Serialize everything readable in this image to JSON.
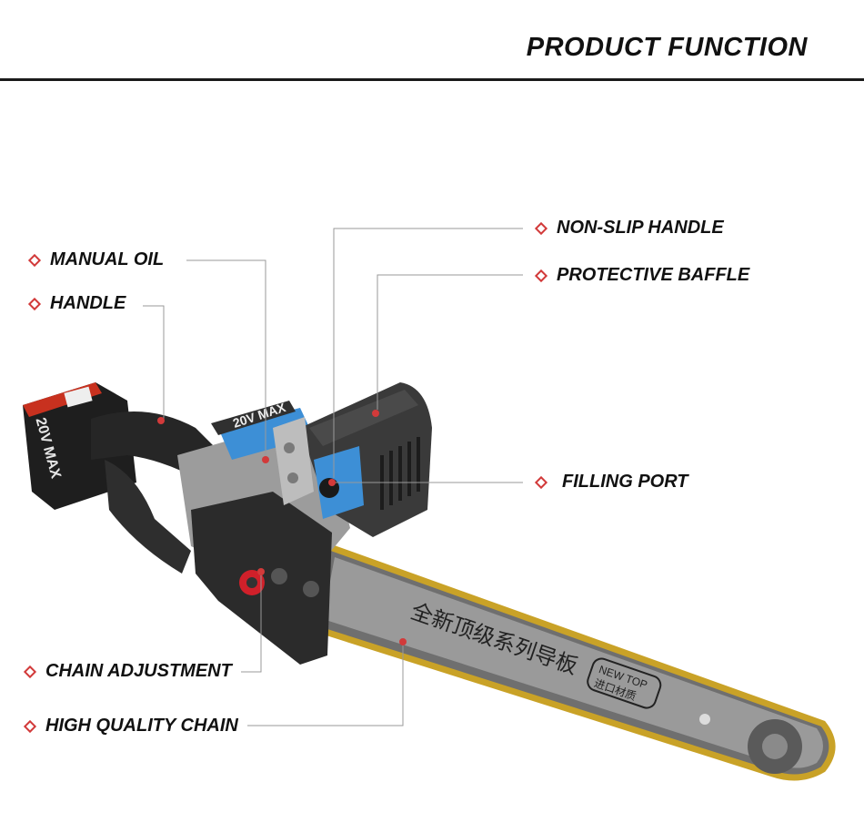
{
  "header": {
    "title": "PRODUCT FUNCTION"
  },
  "callouts": {
    "manual_oil": "MANUAL OIL",
    "handle": "HANDLE",
    "non_slip_handle": "NON-SLIP HANDLE",
    "protective_baffle": "PROTECTIVE BAFFLE",
    "filling_port": "FILLING PORT",
    "chain_adjustment": "CHAIN ADJUSTMENT",
    "high_quality_chain": "HIGH QUALITY CHAIN"
  },
  "product_markings": {
    "battery_label": "20V MAX",
    "housing_label": "20V MAX",
    "bar_chinese_text": "全新顶级系列导板",
    "bar_badge_en": "NEW TOP",
    "bar_badge_cn": "进口材质"
  },
  "colors": {
    "accent": "#d23a3a",
    "housing_blue": "#3d8fd6",
    "chain_gold": "#c9a227",
    "body_dark": "#2b2b2b",
    "body_grey": "#8e8e8e"
  }
}
